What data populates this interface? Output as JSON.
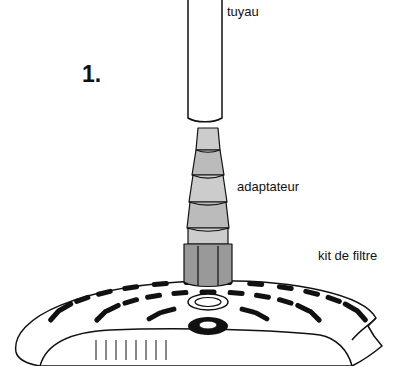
{
  "diagram": {
    "labels": [
      "1.",
      "tuyau",
      "adaptateur",
      "kit de filtre"
    ]
  }
}
